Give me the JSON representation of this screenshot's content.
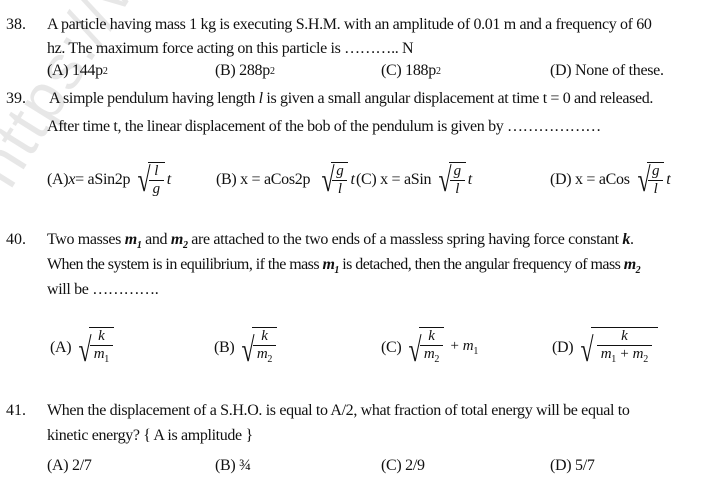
{
  "watermark": "https://www.stu",
  "questions": [
    {
      "number": "38.",
      "lines": [
        "A particle having mass 1 kg is executing S.H.M. with an amplitude of 0.01 m and a frequency of 60",
        "hz. The maximum force acting on this particle is ……….. N"
      ],
      "options": [
        "(A) 144p",
        "(B) 288p",
        "(C) 188p",
        "(D) None of these."
      ],
      "sup": "2"
    },
    {
      "number": "39.",
      "line1_a": "A simple pendulum having length ",
      "line1_var": "l",
      "line1_b": " is given a small angular displacement at time t = 0 and released.",
      "line2": "After time t, the linear displacement of the bob of the pendulum is given by ………………",
      "options": [
        {
          "label": "(A) ",
          "var": "x",
          "expr": " = aSin2p",
          "num": "l",
          "den": "g",
          "tail": "t"
        },
        {
          "label": "(B) x = aCos2p",
          "num": "g",
          "den": "l",
          "tail": "t"
        },
        {
          "label": "(C) x = aSin",
          "num": "g",
          "den": "l",
          "tail": "t"
        },
        {
          "label": "(D) x = aCos",
          "num": "g",
          "den": "l",
          "tail": "t"
        }
      ]
    },
    {
      "number": "40.",
      "l1a": "Two masses ",
      "m": "m",
      "s1": "1",
      "s2": "2",
      "l1b": " and ",
      "l1c": " are attached to the two ends of a massless spring having force constant ",
      "k": "k",
      "l1d": ".",
      "l2a": "When the system is in equilibrium, if the mass ",
      "l2b": " is detached, then the angular frequency of mass ",
      "line3": "will be ………….",
      "options": [
        {
          "label": "(A)",
          "num": "k",
          "den": "m",
          "sub": "1"
        },
        {
          "label": "(B)",
          "num": "k",
          "den": "m",
          "sub": "2"
        },
        {
          "label": "(C)",
          "num": "k",
          "den": "m",
          "sub": "2",
          "extra": "+ m",
          "extra_sub": "1"
        },
        {
          "label": "(D)",
          "num": "k",
          "den": "m",
          "sub": "1",
          "den2": " + m",
          "sub2": "2"
        }
      ]
    },
    {
      "number": "41.",
      "lines": [
        "When the displacement of a S.H.O. is equal to A/2, what fraction of total energy will be equal to",
        "kinetic energy? { A is amplitude }"
      ],
      "options": [
        "(A) 2/7",
        "(B) ¾",
        "(C) 2/9",
        "(D) 5/7"
      ]
    }
  ]
}
